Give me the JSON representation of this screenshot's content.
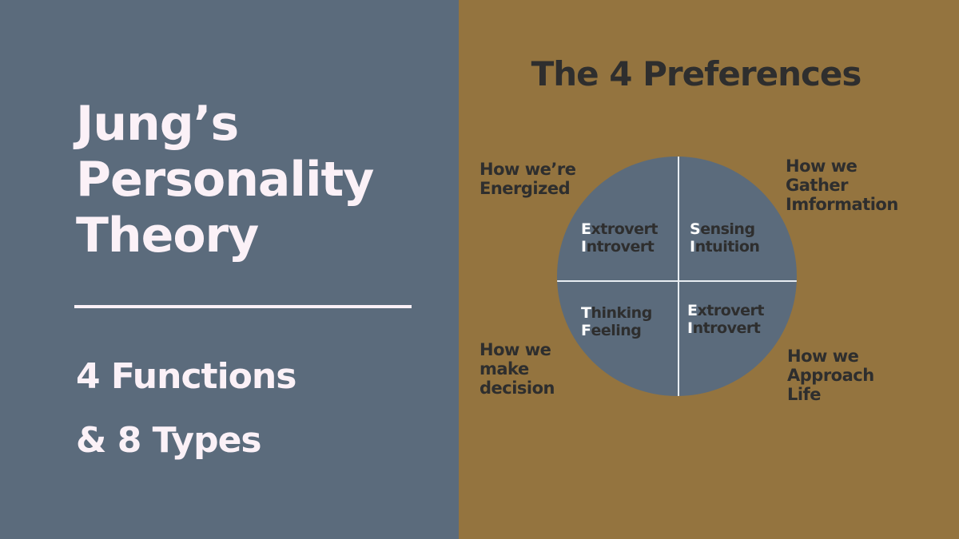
{
  "left": {
    "title": [
      "Jung’s",
      "Personality",
      "Theory"
    ],
    "subtitle": [
      "4 Functions",
      "& 8 Types"
    ]
  },
  "right": {
    "heading": "The 4 Preferences",
    "labels": {
      "tl": [
        "How we’re",
        "Energized"
      ],
      "tr": [
        "How we",
        "Gather",
        "Imformation"
      ],
      "bl": [
        "How we",
        "make",
        "decision"
      ],
      "br": [
        "How we",
        "Approach",
        "Life"
      ]
    },
    "quadrants": [
      {
        "lines": [
          [
            "E",
            "xtrovert"
          ],
          [
            "I",
            "ntrovert"
          ]
        ]
      },
      {
        "lines": [
          [
            "S",
            "ensing"
          ],
          [
            "I",
            "ntuition"
          ]
        ]
      },
      {
        "lines": [
          [
            "T",
            "hinking"
          ],
          [
            "F",
            "eeling"
          ]
        ]
      },
      {
        "lines": [
          [
            "E",
            "xtrovert"
          ],
          [
            "I",
            "ntrovert"
          ]
        ]
      }
    ]
  },
  "colors": {
    "left_bg": "#5b6b7c",
    "right_bg": "#94743f",
    "text_dark": "#2e2e2e",
    "text_light": "#fbf1f7"
  }
}
